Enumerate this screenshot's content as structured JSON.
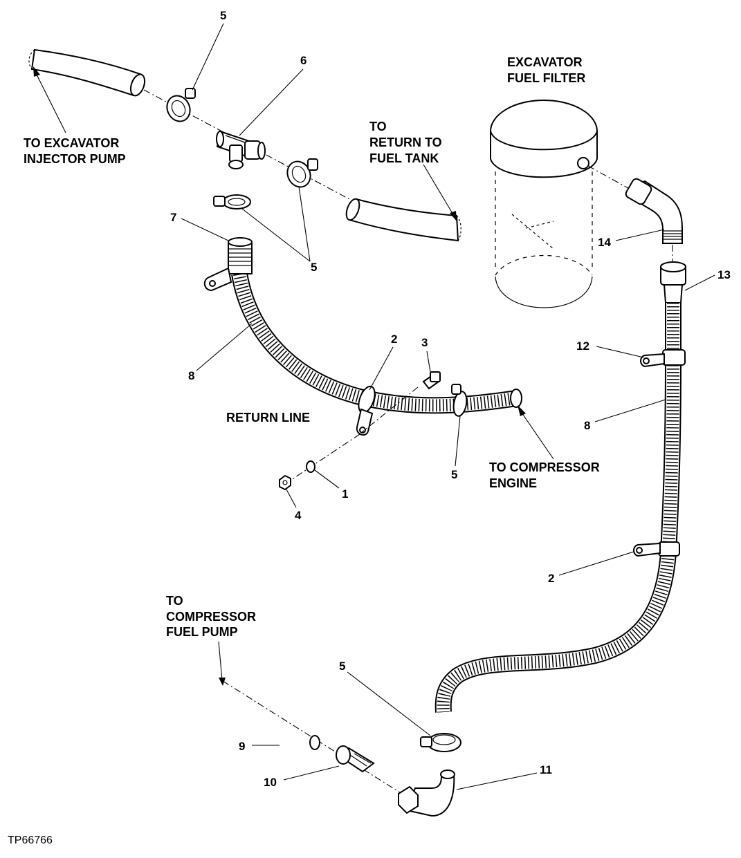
{
  "labels": {
    "to_excavator_injector_pump": [
      "TO EXCAVATOR",
      "INJECTOR PUMP"
    ],
    "excavator_fuel_filter": [
      "EXCAVATOR",
      "FUEL FILTER"
    ],
    "to_return_to_fuel_tank": [
      "TO",
      "RETURN TO",
      "FUEL TANK"
    ],
    "return_line": "RETURN LINE",
    "to_compressor_engine": [
      "TO COMPRESSOR",
      "ENGINE"
    ],
    "to_compressor_fuel_pump": [
      "TO",
      "COMPRESSOR",
      "FUEL PUMP"
    ]
  },
  "callouts": {
    "c1": "1",
    "c2_left": "2",
    "c2_right": "2",
    "c3": "3",
    "c4": "4",
    "c5_top": "5",
    "c5_mid": "5",
    "c5_return": "5",
    "c5_bottom": "5",
    "c6": "6",
    "c7": "7",
    "c8_left": "8",
    "c8_right": "8",
    "c9": "9",
    "c10": "10",
    "c11": "11",
    "c12": "12",
    "c13": "13",
    "c14": "14"
  },
  "figure_id": "TP66766"
}
